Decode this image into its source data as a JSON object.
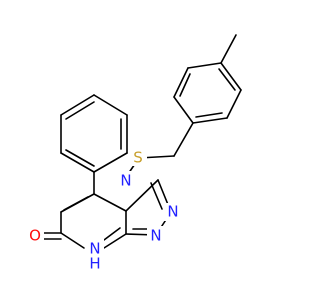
{
  "molecule": {
    "colors": {
      "bond": "#000000",
      "nitrogen": "#2121ff",
      "oxygen": "#ff0d0d",
      "sulfur": "#c8a02c",
      "background": "#ffffff"
    },
    "atoms": {
      "sulfur": "S",
      "oxygen": "O",
      "nitrogen_ring_junction": "N",
      "nitrogen_triazole_right": "N",
      "nitrogen_triazole_bottom": "N",
      "nitrogen_h": "N",
      "hydrogen_on_n": "H"
    }
  }
}
